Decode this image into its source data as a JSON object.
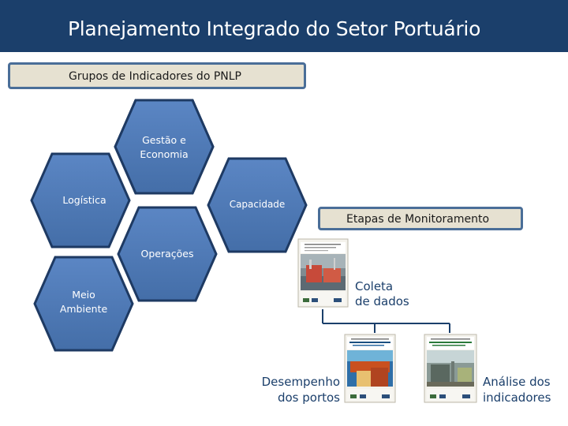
{
  "header": {
    "title": "Planejamento Integrado do Setor Portuário"
  },
  "groups_box": {
    "label": "Grupos de Indicadores do PNLP"
  },
  "hexagons": [
    {
      "id": "gestao",
      "lines": [
        "Gestão e",
        "Economia"
      ]
    },
    {
      "id": "logistica",
      "lines": [
        "Logística"
      ]
    },
    {
      "id": "capacidade",
      "lines": [
        "Capacidade"
      ]
    },
    {
      "id": "operacoes",
      "lines": [
        "Operações"
      ]
    },
    {
      "id": "meio",
      "lines": [
        "Meio",
        "Ambiente"
      ]
    }
  ],
  "etapas_box": {
    "label": "Etapas de Monitoramento"
  },
  "steps": {
    "coleta": {
      "lines": [
        "Coleta",
        "de dados"
      ]
    },
    "desempenho": {
      "lines": [
        "Desempenho",
        "dos portos"
      ]
    },
    "analise": {
      "lines": [
        "Análise dos",
        "indicadores"
      ]
    }
  },
  "colors": {
    "header_bg": "#1b3f6b",
    "hex_fill": "#4f79b8",
    "hex_border": "#1e3a63",
    "box_bg": "#e6e1d1",
    "box_border": "#4a6e98",
    "connector": "#1b3f6b",
    "step_text": "#1b3f6b"
  }
}
